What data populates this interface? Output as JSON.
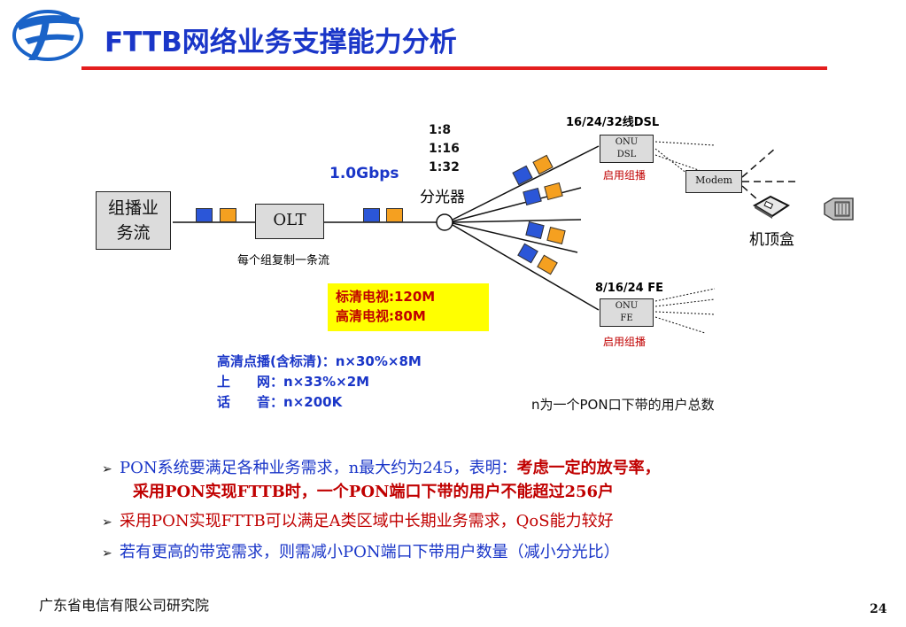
{
  "slide": {
    "title": "FTTB网络业务支撑能力分析",
    "footer_org": "广东省电信有限公司研究院",
    "page_number": "24"
  },
  "diagram": {
    "source_box": "组播业务流",
    "source_line1": "组播业",
    "source_line2": "务流",
    "olt_label": "OLT",
    "olt_caption": "每个组复制一条流",
    "bandwidth": "1.0Gbps",
    "split_ratios": [
      "1:8",
      "1:16",
      "1:32"
    ],
    "splitter_label": "分光器",
    "onu_dsl": {
      "header": "16/24/32线DSL",
      "line1": "ONU",
      "line2": "DSL",
      "caption": "启用组播"
    },
    "onu_fe": {
      "header": "8/16/24 FE",
      "line1": "ONU",
      "line2": "FE",
      "caption": "启用组播"
    },
    "modem_label": "Modem",
    "stb_label": "机顶盒",
    "tv_box": {
      "line1": "标清电视:120M",
      "line2": "高清电视:80M"
    },
    "traffic": {
      "line1_label": "高清点播(含标清)：",
      "line1_value": "n×30%×8M",
      "line2_label": "上　　网：",
      "line2_value": "n×33%×2M",
      "line3_label": "话　　音：",
      "line3_value": "n×200K"
    },
    "n_note": "n为一个PON口下带的用户总数"
  },
  "bullets": {
    "b1_part1": "PON系统要满足各种业务需求，n最大约为245，表明：",
    "b1_part2": "考虑一定的放号率，",
    "b1_part3": "采用PON实现FTTB时，一个PON端口下带的用户不能超过256户",
    "b2": "采用PON实现FTTB可以满足A类区域中长期业务需求，QoS能力较好",
    "b3": "若有更高的带宽需求，则需减小PON端口下带用户数量（减小分光比）"
  },
  "colors": {
    "title_blue": "#1a36c8",
    "rule_red": "#e41e1e",
    "packet_blue": "#2b56d8",
    "packet_orange": "#f5a020",
    "highlight_yellow": "#ffff00",
    "emphasis_red": "#c00000"
  }
}
